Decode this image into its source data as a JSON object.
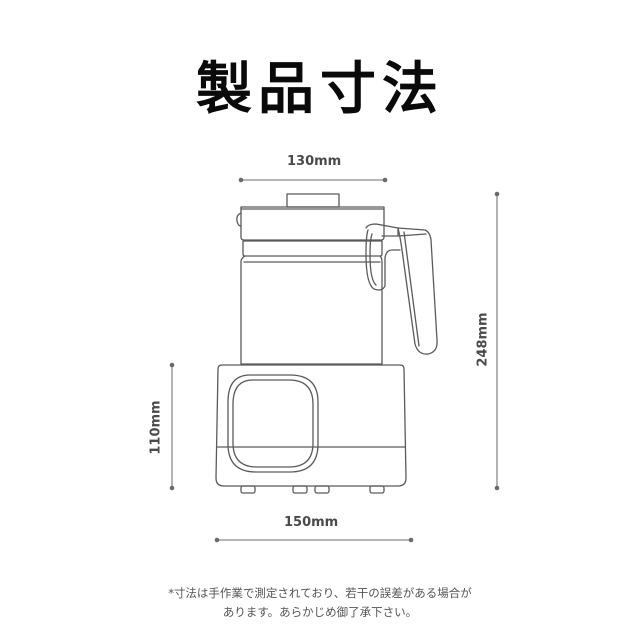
{
  "title": "製品寸法",
  "dimensions": {
    "top_width": {
      "label": "130mm",
      "orientation": "horizontal"
    },
    "total_height": {
      "label": "248mm",
      "orientation": "vertical"
    },
    "base_height": {
      "label": "110mm",
      "orientation": "vertical"
    },
    "base_width": {
      "label": "150mm",
      "orientation": "horizontal"
    }
  },
  "product": {
    "parts": [
      "lid-knob",
      "lid",
      "collar",
      "kettle-body",
      "handle",
      "base",
      "control-panel",
      "feet"
    ]
  },
  "colors": {
    "line": "#5a5a5a",
    "dimension_line": "#8a8a8a",
    "title": "#0a0a0a",
    "note_text": "#555555"
  },
  "note": {
    "line1": "*寸法は手作業で測定されており、若干の誤差がある場合が",
    "line2": "あります。あらかじめ御了承下さい。"
  }
}
